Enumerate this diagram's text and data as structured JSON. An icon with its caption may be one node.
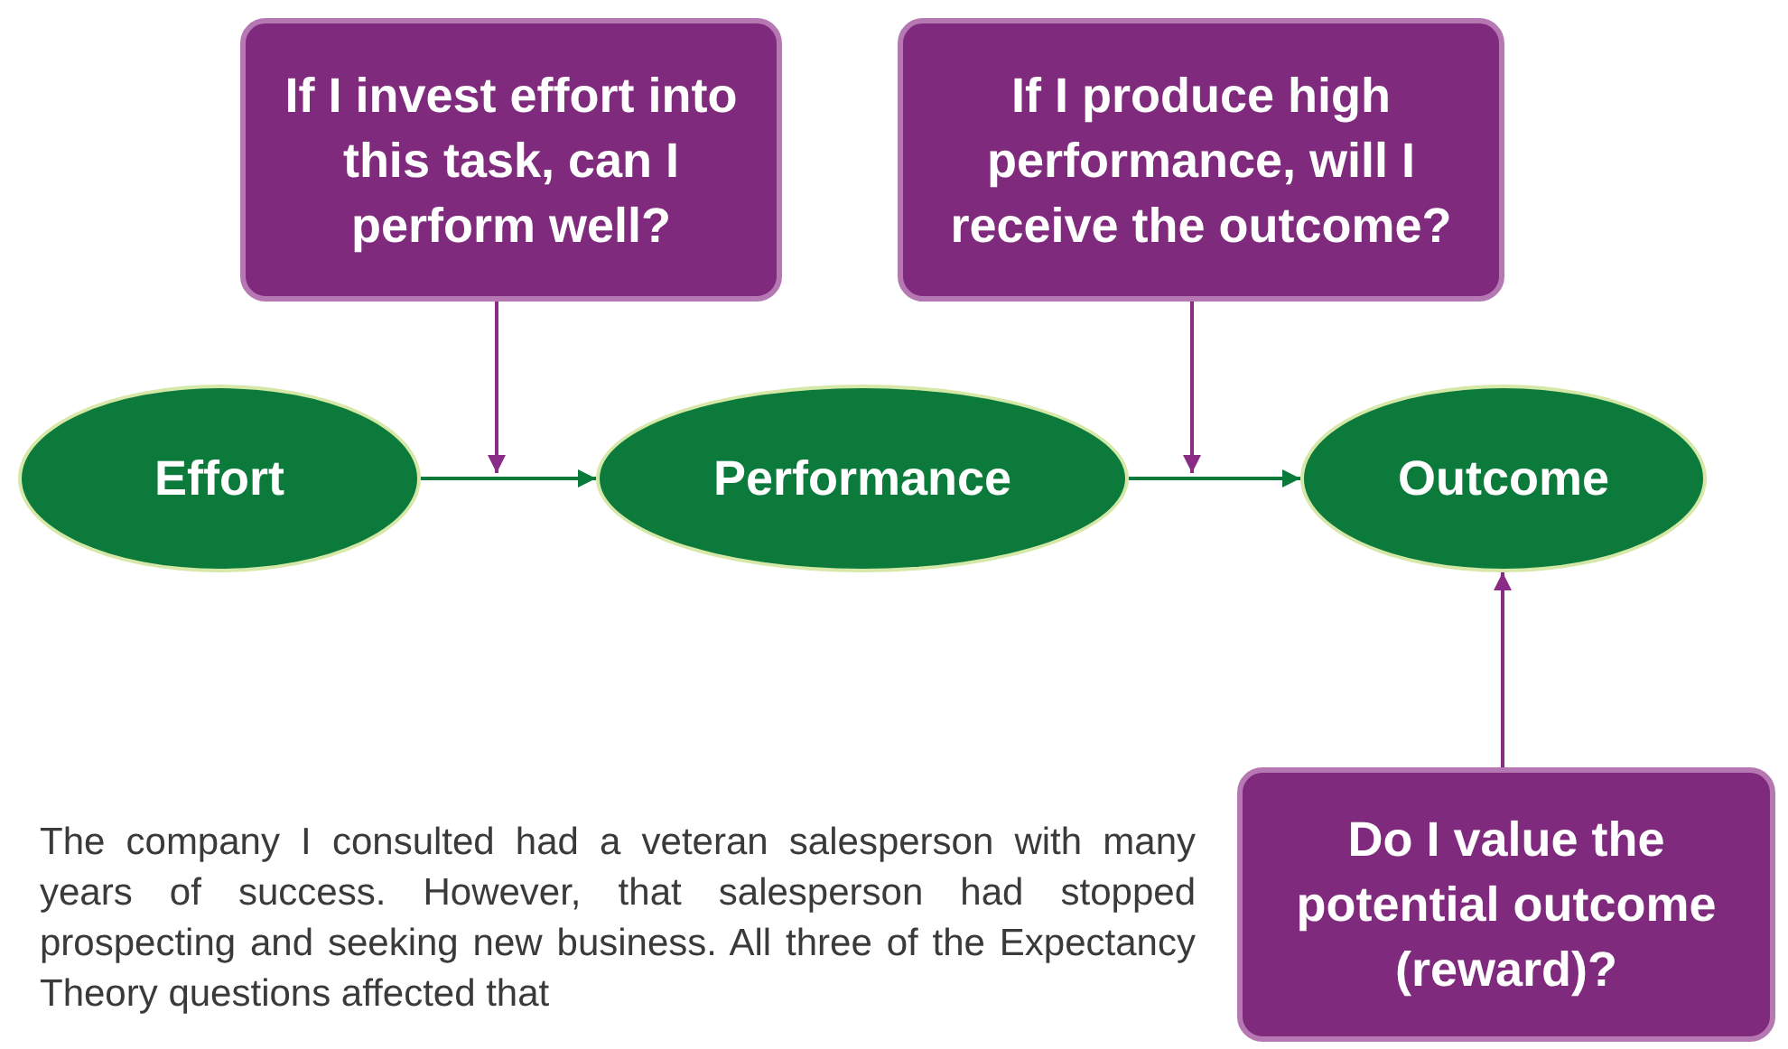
{
  "diagram": {
    "nodes": [
      {
        "text": [
          "If I invest effort into this task, can I perform well?"
        ]
      },
      {
        "text": [
          "If I produce high performance, will I receive the outcome?"
        ]
      },
      {
        "text": [
          "Effort"
        ]
      },
      {
        "text": [
          "Performance"
        ]
      },
      {
        "text": [
          "Outcome"
        ]
      },
      {
        "text": [
          "Do I value the potential outcome (reward)?"
        ]
      }
    ],
    "edges": [
      {
        "from": 2,
        "to": 3,
        "arrow": "to",
        "color": "#0a7a3a"
      },
      {
        "from": 0,
        "to": null,
        "arrow": "to"
      },
      {
        "from": 3,
        "to": 4,
        "arrow": "to",
        "color": "#0a7a3a"
      },
      {
        "from": 1,
        "to": null,
        "arrow": "to"
      },
      {
        "from": 5,
        "to": 4,
        "arrow": "to"
      }
    ],
    "labels": [
      "The company I consulted had a veteran salesperson with many years of success. However, that salesperson had stopped prospecting and seeking new business. All three of the Expectancy Theory questions affected that"
    ]
  }
}
